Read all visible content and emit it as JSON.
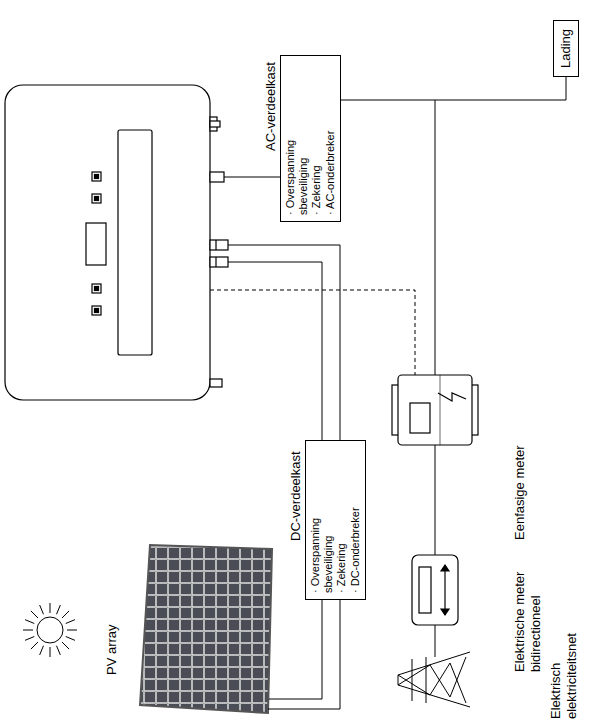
{
  "diagram": {
    "nodes": [
      {
        "text": [
          "DC-verdeelkast",
          "· Overspanning sbeveiliging",
          "· Zekering",
          "· DC-onderbreker"
        ]
      },
      {
        "text": [
          "AC-verdeelkast",
          "· Overspanning sbeveiliging",
          "· Zekering",
          "· AC-onderbreker"
        ]
      },
      {
        "text": [
          "Lading"
        ]
      }
    ],
    "edges": [
      {
        "from": 1,
        "to": 2,
        "arrow": "none"
      }
    ],
    "labels": [
      "PV array",
      "Eenfasige meter",
      "Elektrische meter bidirectioneel",
      "Elektrisch elektriciteitsnet"
    ]
  }
}
